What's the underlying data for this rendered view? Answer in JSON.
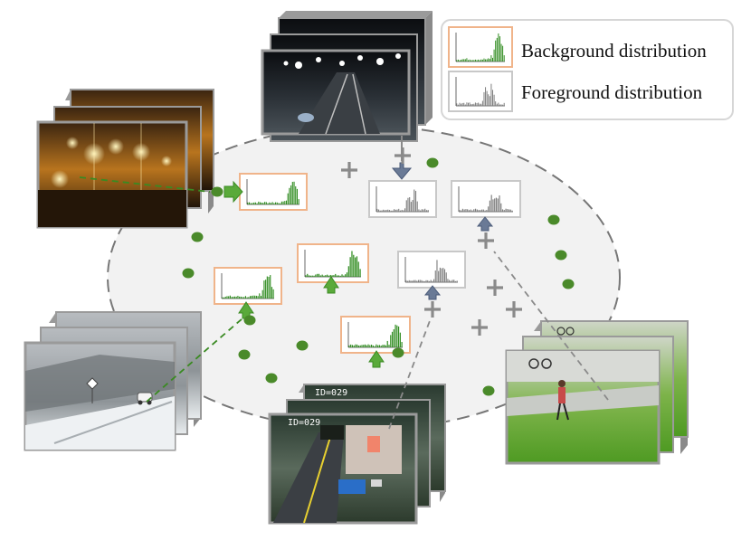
{
  "legend": {
    "background_label": "Background distribution",
    "foreground_label": "Foreground distribution"
  },
  "colors": {
    "background": "#2e8b1e",
    "foreground": "#7d7d7d",
    "background_frame": "#f0b48a",
    "foreground_frame": "#c8c8c8",
    "ellipse_fill": "#f2f2f2",
    "ellipse_stroke": "#777777",
    "dot": "#4a8a2a",
    "plus": "#8a8a8a"
  },
  "scenes": {
    "tunnel_id": "ID=029",
    "tunnel_id_2": "ID=029"
  },
  "icons": [
    "plus-icon",
    "arrow-up-icon",
    "arrow-down-icon",
    "arrow-right-icon",
    "dot-icon"
  ]
}
